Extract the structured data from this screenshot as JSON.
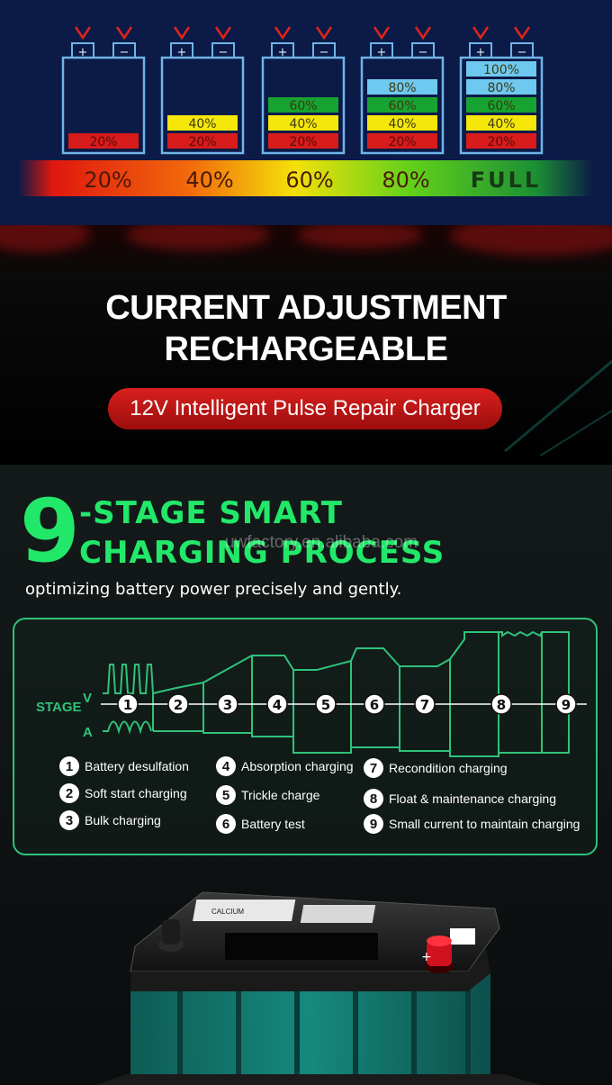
{
  "level": {
    "batteries": [
      {
        "segments": [
          "20%"
        ]
      },
      {
        "segments": [
          "20%",
          "40%"
        ]
      },
      {
        "segments": [
          "20%",
          "40%",
          "60%"
        ]
      },
      {
        "segments": [
          "20%",
          "40%",
          "60%",
          "80%"
        ]
      },
      {
        "segments": [
          "20%",
          "40%",
          "60%",
          "80%",
          "100%"
        ]
      }
    ],
    "terminal_plus": "+",
    "terminal_minus": "−",
    "scale": [
      "20%",
      "40%",
      "60%",
      "80%",
      "FULL"
    ],
    "segment_colors": [
      "#d81b1b",
      "#f5e70a",
      "#17a331",
      "#6fc8ef",
      "#6fc8ef"
    ]
  },
  "banner": {
    "line1": "CURRENT ADJUSTMENT",
    "line2": "RECHARGEABLE",
    "pill": "12V Intelligent Pulse Repair Charger"
  },
  "process": {
    "number": "9",
    "title_line1": "-STAGE SMART",
    "title_line2": "CHARGING PROCESS",
    "watermark": "uwfactory.en.alibaba.com",
    "subtitle": "optimizing battery power precisely and gently.",
    "diagram": {
      "v_label": "V",
      "stage_label": "STAGE",
      "a_label": "A",
      "stages": [
        "1",
        "2",
        "3",
        "4",
        "5",
        "6",
        "7",
        "8",
        "9"
      ]
    },
    "legend": [
      {
        "num": "1",
        "label": "Battery desulfation"
      },
      {
        "num": "2",
        "label": "Soft start charging"
      },
      {
        "num": "3",
        "label": "Bulk charging"
      },
      {
        "num": "4",
        "label": "Absorption charging"
      },
      {
        "num": "5",
        "label": "Trickle charge"
      },
      {
        "num": "6",
        "label": "Battery test"
      },
      {
        "num": "7",
        "label": "Recondition charging"
      },
      {
        "num": "8",
        "label": "Float & maintenance charging"
      },
      {
        "num": "9",
        "label": "Small current to maintain charging"
      }
    ]
  },
  "battery_photo": {
    "label_text": "CALCIUM",
    "terminal_plus": "+"
  }
}
